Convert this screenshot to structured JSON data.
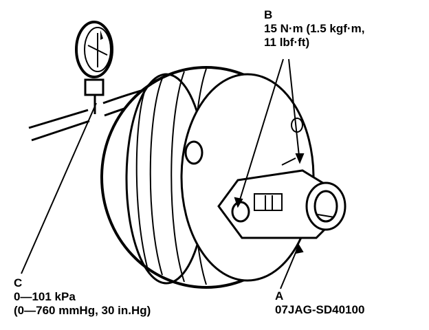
{
  "callouts": {
    "b": {
      "letter": "B",
      "line1": "15 N·m (1.5 kgf·m,",
      "line2": "11 lbf·ft)"
    },
    "c": {
      "letter": "C",
      "line1": "0—101 kPa",
      "line2": "(0—760 mmHg, 30 in.Hg)"
    },
    "a": {
      "letter": "A",
      "line1": "07JAG-SD40100"
    }
  }
}
